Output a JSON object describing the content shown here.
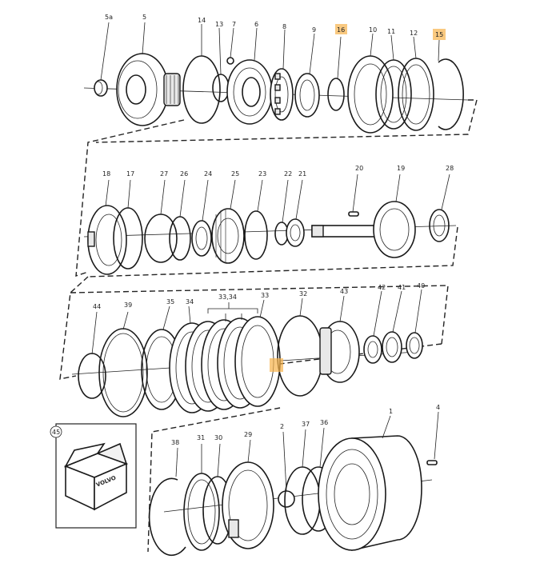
{
  "labels": {
    "r1": [
      "5a",
      "5",
      "14",
      "13",
      "7",
      "6",
      "8",
      "9",
      "16",
      "10",
      "11",
      "12",
      "15"
    ],
    "r2": [
      "18",
      "17",
      "27",
      "26",
      "24",
      "25",
      "23",
      "22",
      "21",
      "20",
      "19",
      "28"
    ],
    "r3": [
      "44",
      "39",
      "35",
      "34",
      "33,34",
      "33",
      "32",
      "43",
      "42",
      "41",
      "40"
    ],
    "r4": [
      "45",
      "38",
      "31",
      "30",
      "29",
      "2",
      "37",
      "36",
      "1",
      "4"
    ]
  },
  "box_brand": "VOLVO",
  "highlighted": [
    "16",
    "15"
  ],
  "colors": {
    "highlight": "#f7b24a",
    "line": "#222222"
  }
}
